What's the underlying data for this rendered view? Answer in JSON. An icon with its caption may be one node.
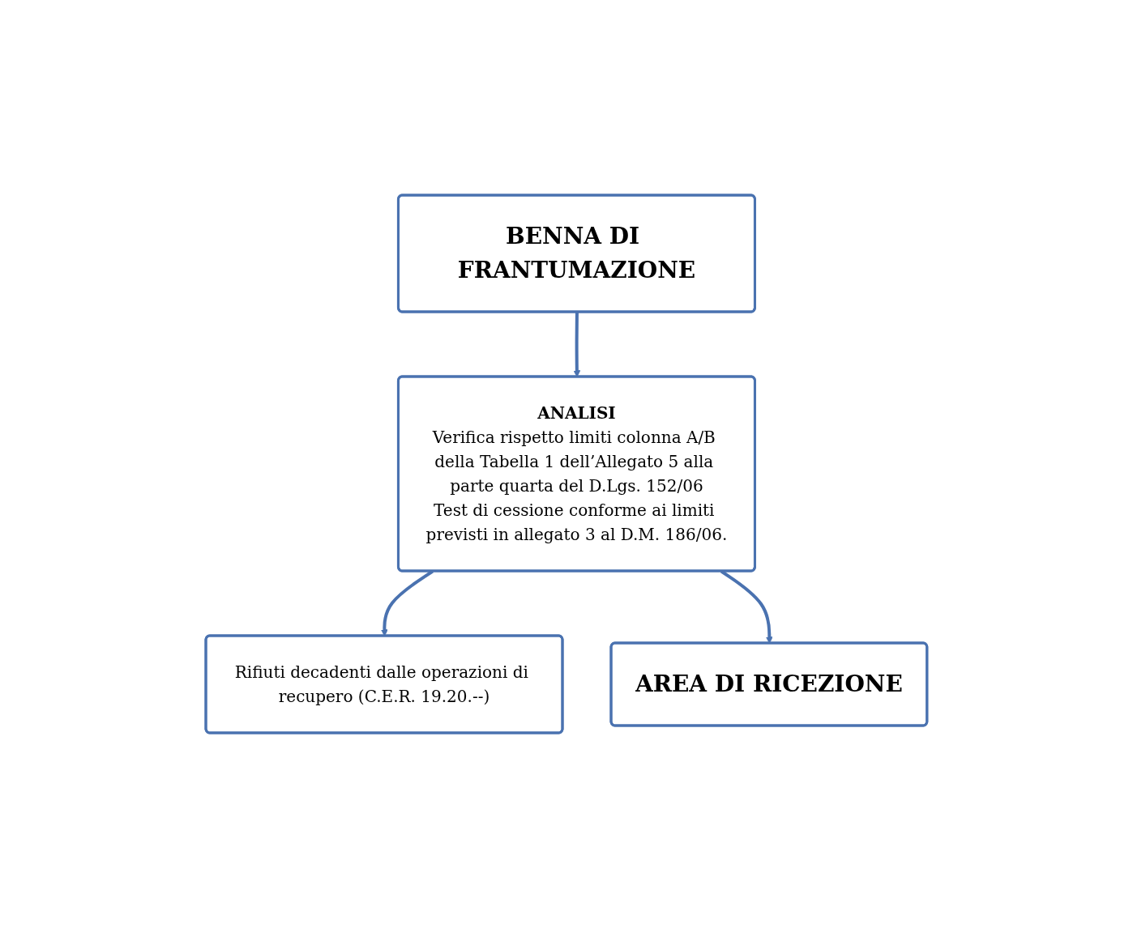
{
  "diagram": {
    "nodes": [
      {
        "text": [
          "BENNA DI FRANTUMAZIONE"
        ]
      },
      {
        "text": [
          "ANALISI",
          "Verifica rispetto limiti colonna A/B della Tabella 1 dell’Allegato 5 alla parte quarta del D.Lgs. 152/06",
          "Test di cessione conforme ai limiti previsti in allegato 3 al D.M. 186/06."
        ]
      },
      {
        "text": [
          "Rifiuti decadenti dalle operazioni di recupero (C.E.R. 19.20.--)"
        ]
      },
      {
        "text": [
          "AREA DI RICEZIONE"
        ]
      }
    ],
    "edges": [
      {
        "from": 0,
        "to": 1,
        "arrow": "to"
      },
      {
        "from": 1,
        "to": 2,
        "arrow": "to"
      },
      {
        "from": 1,
        "to": 3,
        "arrow": "to"
      }
    ]
  }
}
